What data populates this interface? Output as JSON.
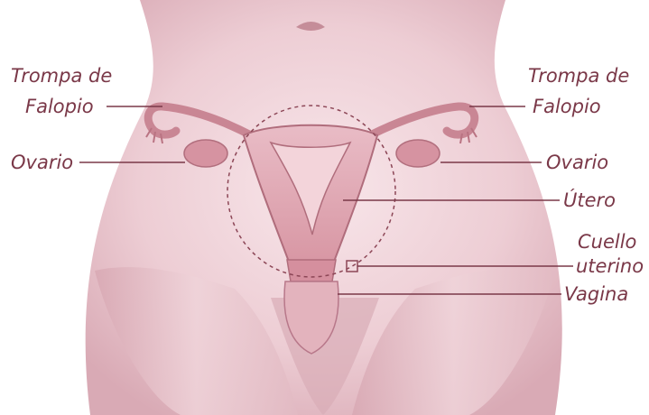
{
  "labels": {
    "left_tube_1": "Trompa de",
    "left_tube_2": "Falopio",
    "left_ovary": "Ovario",
    "right_tube_1": "Trompa de",
    "right_tube_2": "Falopio",
    "right_ovary": "Ovario",
    "uterus": "Útero",
    "cervix_1": "Cuello",
    "cervix_2": "uterino",
    "vagina": "Vagina"
  },
  "colors": {
    "label_text": "#7a3848",
    "leader_line": "#7a3848",
    "skin_light": "#f6e2e6",
    "skin_mid": "#e9c6ce",
    "skin_shadow": "#d4a3ae",
    "organ": "#c98694",
    "highlight_circle": "#8c4656"
  },
  "icons": [
    "female-torso-illustration",
    "dashed-highlight-circle"
  ]
}
